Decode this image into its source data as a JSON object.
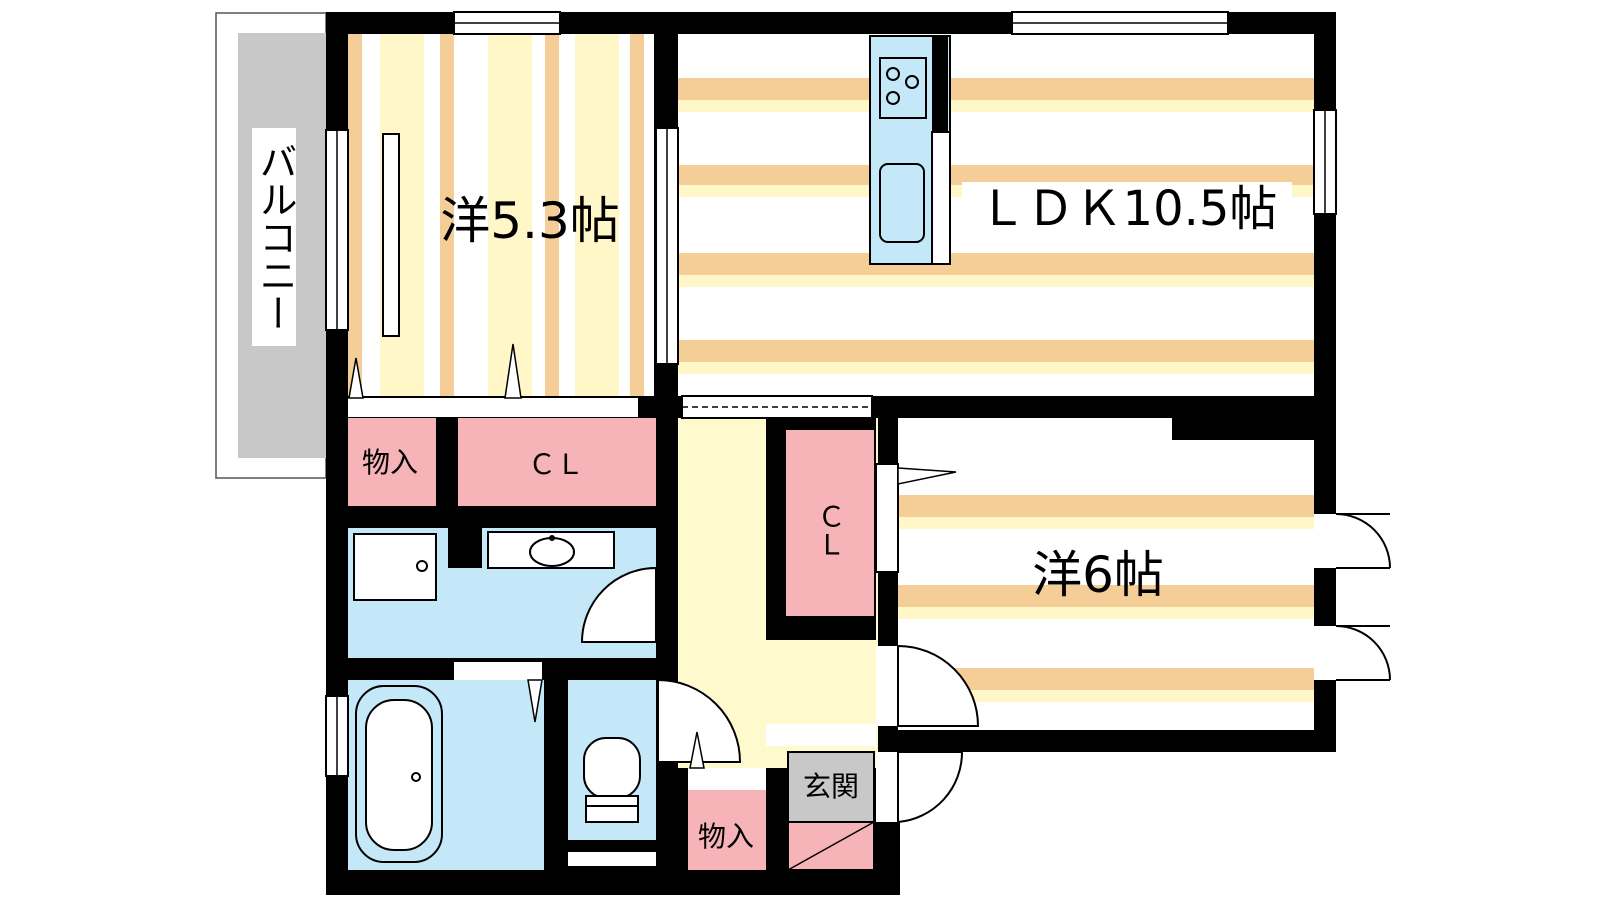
{
  "rooms": {
    "western_1": "洋5.3帖",
    "ldk": "ＬＤＫ10.5帖",
    "western_2": "洋6帖",
    "balcony": "バルコニー",
    "closet_1": "ＣＬ",
    "closet_2": "ＣＬ",
    "storage_1": "物入",
    "storage_2": "物入",
    "entrance": "玄関"
  },
  "colors": {
    "wall": "#000000",
    "floor_stripe": "#f5cd96",
    "floor_stripe_light": "#fff7c8",
    "closet": "#f6b3b8",
    "wet_area": "#c4e8f8",
    "hallway": "#fffacd",
    "balcony": "#c8c8c8",
    "entrance": "#c8c8c8"
  }
}
